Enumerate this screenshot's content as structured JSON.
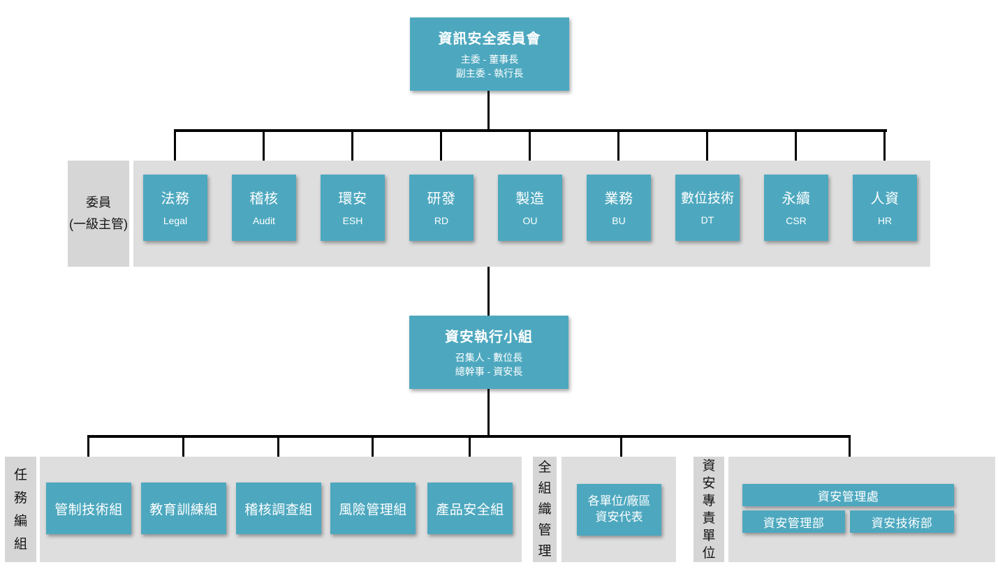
{
  "org": {
    "committee": {
      "title": "資訊安全委員會",
      "subtitle1": "主委 - 董事長",
      "subtitle2": "副主委 - 執行長"
    },
    "members_band": {
      "label_line1": "委員",
      "label_line2": "(一級主管)",
      "members": [
        {
          "title": "法務",
          "subtitle": "Legal"
        },
        {
          "title": "稽核",
          "subtitle": "Audit"
        },
        {
          "title": "環安",
          "subtitle": "ESH"
        },
        {
          "title": "研發",
          "subtitle": "RD"
        },
        {
          "title": "製造",
          "subtitle": "OU"
        },
        {
          "title": "業務",
          "subtitle": "BU"
        },
        {
          "title": "數位技術",
          "subtitle": "DT"
        },
        {
          "title": "永續",
          "subtitle": "CSR"
        },
        {
          "title": "人資",
          "subtitle": "HR"
        }
      ]
    },
    "exec_team": {
      "title": "資安執行小組",
      "subtitle1": "召集人 - 數位長",
      "subtitle2": "總幹事 - 資安長"
    },
    "task_section": {
      "label": "任務編組",
      "groups": [
        {
          "name": "管制技術組"
        },
        {
          "name": "教育訓練組"
        },
        {
          "name": "稽核調查組"
        },
        {
          "name": "風險管理組"
        },
        {
          "name": "產品安全組"
        }
      ]
    },
    "org_wide_section": {
      "label": "全組織管理",
      "box_line1": "各單位/廠區",
      "box_line2": "資安代表"
    },
    "dedicated_section": {
      "label": "資安專責單位",
      "division": "資安管理處",
      "dept1": "資安管理部",
      "dept2": "資安技術部"
    },
    "colors": {
      "node_teal": "#4da8bf",
      "band_gray": "#dedede",
      "label_gray": "#d6d6d6",
      "connector_black": "#000000"
    }
  }
}
